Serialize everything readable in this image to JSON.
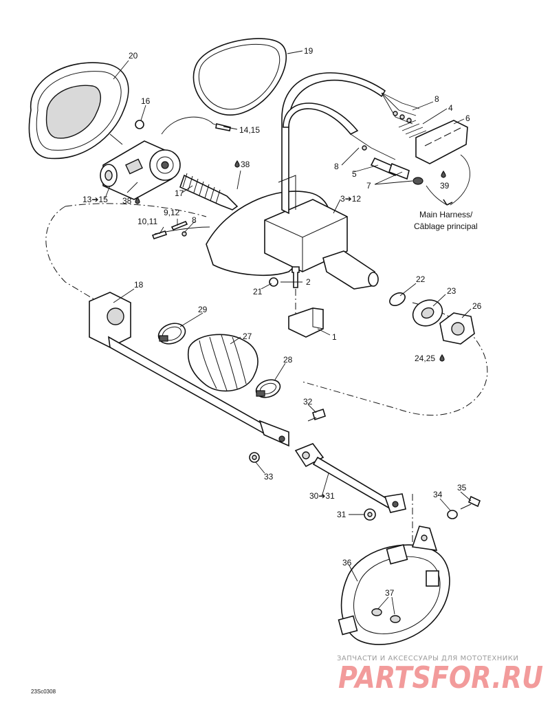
{
  "drawing_code": "23Sc0308",
  "labels": {
    "l1": "1",
    "l2": "2",
    "l3": "3➔12",
    "l4": "4",
    "l5": "5",
    "l6": "6",
    "l7": "7",
    "l8a": "8",
    "l8b": "8",
    "l8c": "8",
    "l9": "9,12",
    "l10": "10,11",
    "l13": "13➔15",
    "l14": "14,15",
    "l16": "16",
    "l17": "17",
    "l18": "18",
    "l19": "19",
    "l20": "20",
    "l21": "21",
    "l22": "22",
    "l23": "23",
    "l24": "24,25",
    "l26": "26",
    "l27": "27",
    "l28": "28",
    "l29": "29",
    "l30": "30➔31",
    "l31": "31",
    "l32": "32",
    "l33": "33",
    "l34": "34",
    "l35": "35",
    "l36": "36",
    "l37": "37",
    "l38a": "38",
    "l38b": "38",
    "l39": "39"
  },
  "harness_note": {
    "line1": "Main Harness/",
    "line2": "Câblage principal"
  },
  "watermark": {
    "top": "ЗАПЧАСТИ И АКСЕССУАРЫ ДЛЯ МОТОТЕХНИКИ",
    "main": "PARTSFOR.RU"
  },
  "icons": {
    "lubricant": "oil-drop-icon"
  }
}
